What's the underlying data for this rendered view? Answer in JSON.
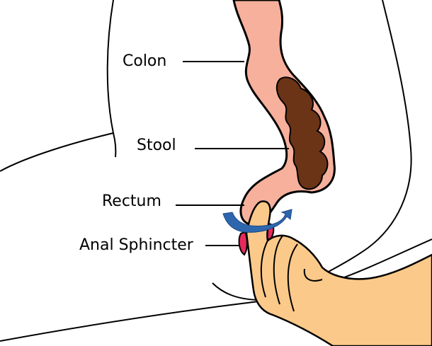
{
  "labels": {
    "colon": "Colon",
    "stool": "Stool",
    "rectum": "Rectum",
    "sphincter": "Anal Sphincter"
  },
  "colors": {
    "colon": "#F6B09C",
    "stool": "#6B3417",
    "finger": "#FBC98A",
    "sphincter": "#E62A5C",
    "arrow": "#2E66AE"
  }
}
